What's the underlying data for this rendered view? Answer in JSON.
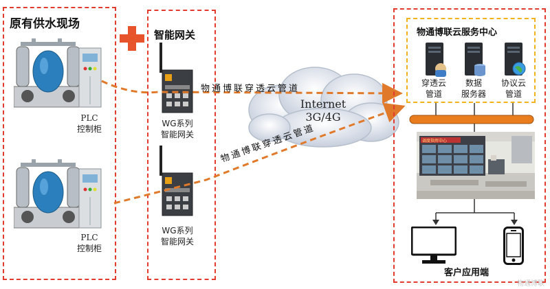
{
  "left_panel": {
    "title": "原有供水现场",
    "plc_label_1": "PLC",
    "plc_label_2": "控制柜"
  },
  "plus_sign": "+",
  "gateway_panel": {
    "title": "智能网关",
    "device_label_1": "WG系列",
    "device_label_2": "智能网关"
  },
  "cloud": {
    "line1": "Internet",
    "line2": "3G/4G"
  },
  "tunnel_label": "物通博联穿透云管道",
  "service_center": {
    "title": "物通博联云服务中心",
    "servers": [
      {
        "label_1": "穿透云",
        "label_2": "管道"
      },
      {
        "label_1": "数据",
        "label_2": "服务器"
      },
      {
        "label_1": "协议云",
        "label_2": "管道"
      }
    ]
  },
  "control_room": {
    "screen_banner": "调度指挥中心"
  },
  "client": {
    "title": "客户应用端"
  },
  "watermark": "物通博联",
  "colors": {
    "dashed_border": "#e23b2e",
    "dashed_link": "#e07a2a",
    "plus": "#e7542c",
    "bus_bar": "#e97c1c",
    "service_border": "#f2b21a"
  }
}
